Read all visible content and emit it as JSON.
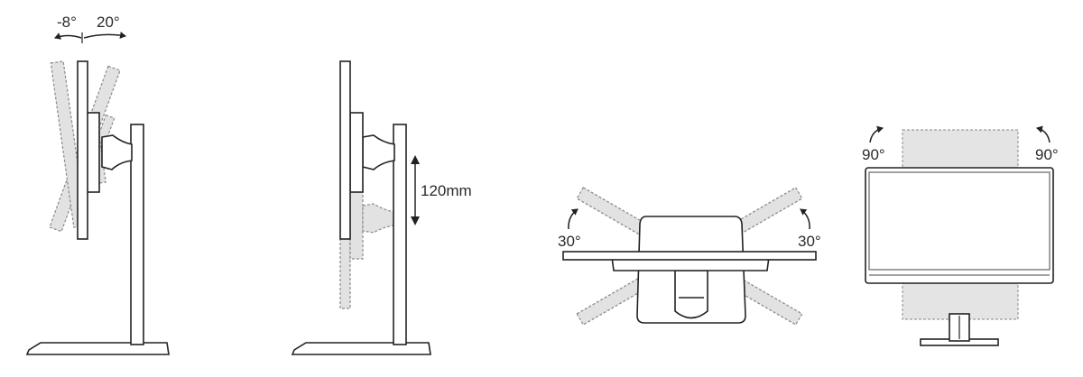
{
  "tilt": {
    "forward_label": "-8°",
    "back_label": "20°"
  },
  "height": {
    "adjust_label": "120mm"
  },
  "swivel": {
    "left_label": "30°",
    "right_label": "30°"
  },
  "pivot": {
    "left_label": "90°",
    "right_label": "90°"
  }
}
